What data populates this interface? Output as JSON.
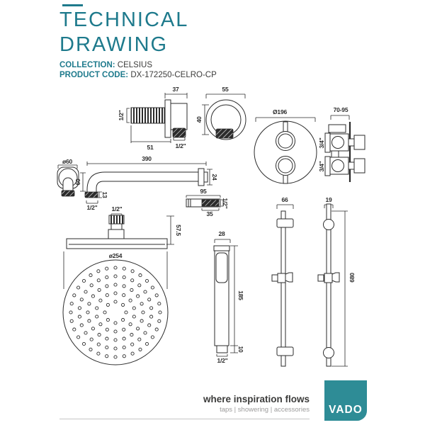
{
  "header": {
    "title_line1": "TECHNICAL",
    "title_line2": "DRAWING",
    "collection_label": "COLLECTION:",
    "collection_value": "CELSIUS",
    "product_label": "PRODUCT CODE:",
    "product_value": "DX-172250-CELRO-CP"
  },
  "colors": {
    "teal_text": "#1E7A8C",
    "logo_background": "#2E8C96",
    "line_art": "#2b2b2b",
    "dark_text": "#3C3C3B",
    "gray_text": "#9C9B9B"
  },
  "drawings": {
    "outlet_side": {
      "dim_width": "37",
      "dim_thread_side": "1/2\"",
      "dim_length": "51",
      "dim_outlet": "1/2\""
    },
    "outlet_front": {
      "dim_width": "55",
      "dim_height": "40"
    },
    "valve_front": {
      "dim_diameter": "Ø196"
    },
    "valve_side": {
      "dim_depth": "70-95",
      "dim_top_inlet": "3/4\"",
      "dim_bottom_inlet": "3/4\""
    },
    "arm": {
      "dim_flange": "ø60",
      "dim_length": "390",
      "dim_end": "24",
      "dim_height": "60",
      "dim_drop": "13",
      "dim_thread": "1/2\""
    },
    "union": {
      "dim_length": "95",
      "dim_grip": "35",
      "dim_thread": "1/2\""
    },
    "head": {
      "dim_thread": "1/2\"",
      "dim_height": "57.5",
      "dim_diameter": "ø254"
    },
    "handset": {
      "dim_width": "28",
      "dim_length": "185",
      "dim_tail": "10",
      "dim_thread": "1/2\""
    },
    "rail_side": {
      "dim_depth": "66"
    },
    "rail_front": {
      "dim_width": "19",
      "dim_length": "680"
    }
  },
  "footer": {
    "tagline": "where inspiration flows",
    "categories": "taps | showering | accessories",
    "logo_text": "VADO"
  }
}
